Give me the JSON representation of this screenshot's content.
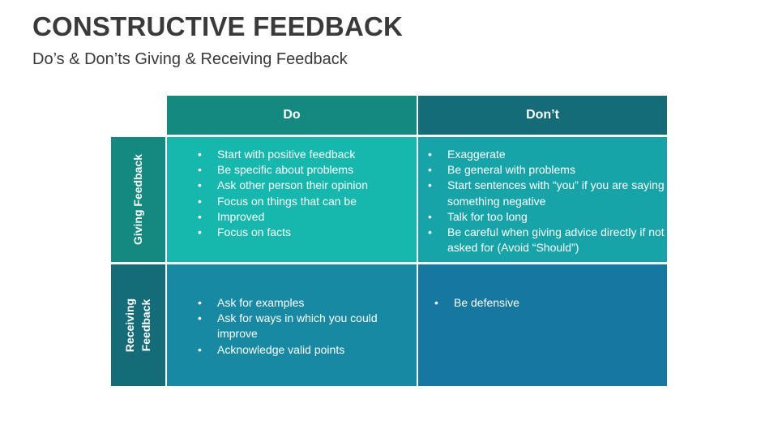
{
  "title": "CONSTRUCTIVE FEEDBACK",
  "subtitle": "Do’s & Don’ts Giving & Receiving Feedback",
  "columns": {
    "do": "Do",
    "dont": "Don’t"
  },
  "rows": {
    "giving": {
      "label": "Giving Feedback"
    },
    "receiving": {
      "label_line1": "Receiving",
      "label_line2": "Feedback"
    }
  },
  "cells": {
    "giving_do": [
      "Start with positive feedback",
      "Be specific about problems",
      "Ask other person their opinion",
      "Focus on things that can be",
      "Improved",
      "Focus on facts"
    ],
    "giving_dont": [
      "Exaggerate",
      "Be general with problems",
      "Start sentences with “you” if you are saying something negative",
      "Talk for too long",
      "Be careful when giving advice directly if not asked for (Avoid “Should”)"
    ],
    "receiving_do": [
      "Ask for examples",
      "Ask for ways in which you could improve",
      "Acknowledge valid points"
    ],
    "receiving_dont": [
      "Be defensive"
    ]
  },
  "colors": {
    "header_do": "#14897f",
    "header_dont": "#136c78",
    "row_giving": "#14897f",
    "row_receiving": "#136c78",
    "giving_do": "#16b7ad",
    "giving_dont": "#17a4a9",
    "receiving_do": "#1789a3",
    "receiving_dont": "#1677a0"
  }
}
